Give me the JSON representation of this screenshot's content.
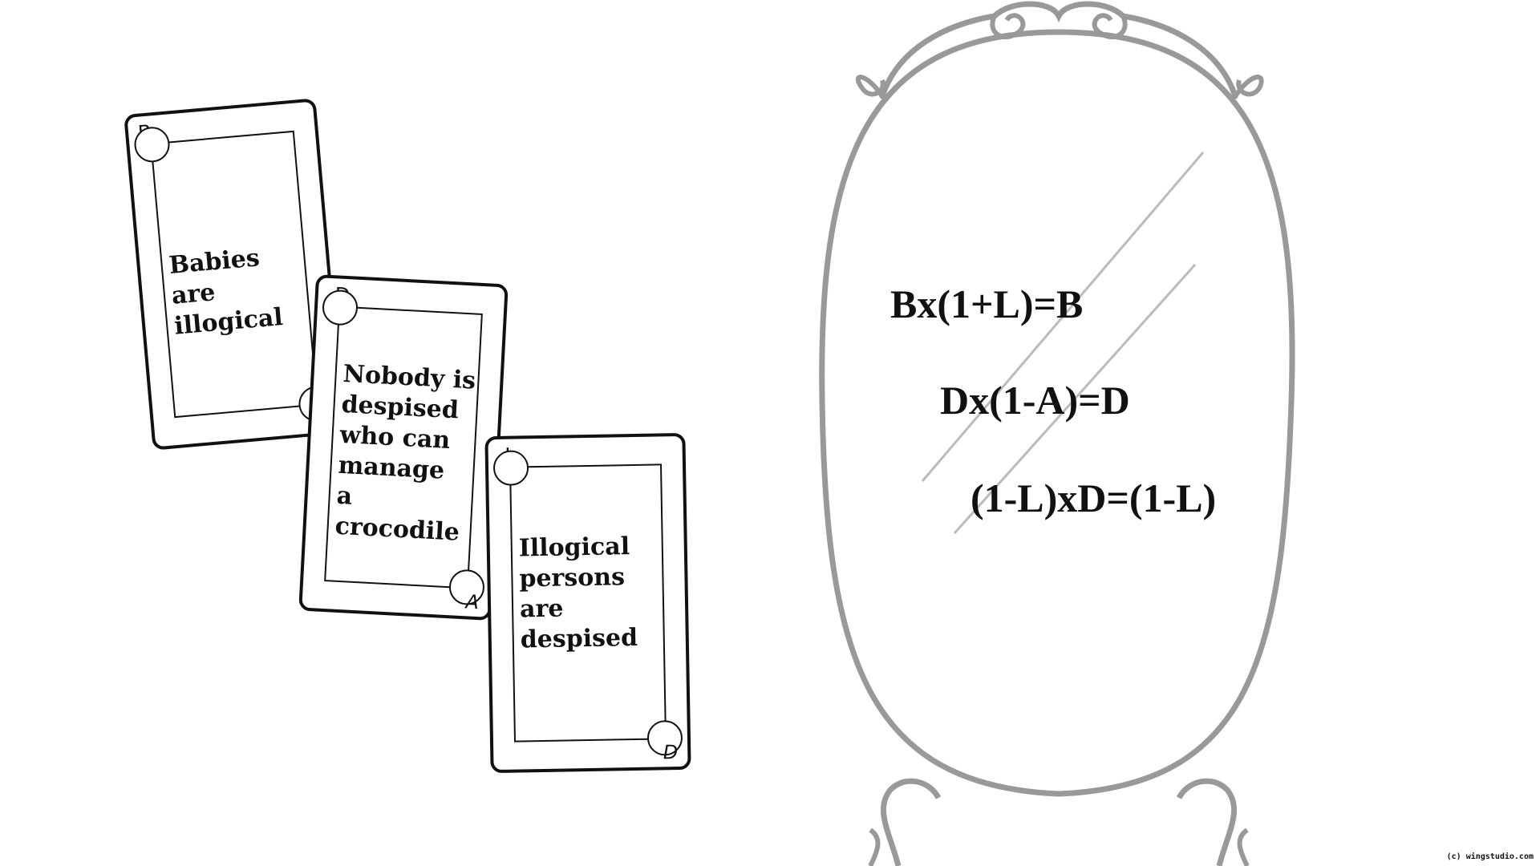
{
  "cards": [
    {
      "corner_top": "B",
      "corner_bottom": "",
      "text": "Babies are\nillogical"
    },
    {
      "corner_top": "-D",
      "corner_bottom": "A",
      "text": "Nobody is\ndespised\nwho can\nmanage\na crocodile"
    },
    {
      "corner_top": "-L",
      "corner_bottom": "D",
      "text": "Illogical\npersons\nare\ndespised"
    }
  ],
  "mirror": {
    "equations": [
      "Bx(1+L)=B",
      "Dx(1-A)=D",
      "(1-L)xD=(1-L)"
    ],
    "frame_color": "#999999"
  },
  "copyright": "(c) wingstudio.com"
}
